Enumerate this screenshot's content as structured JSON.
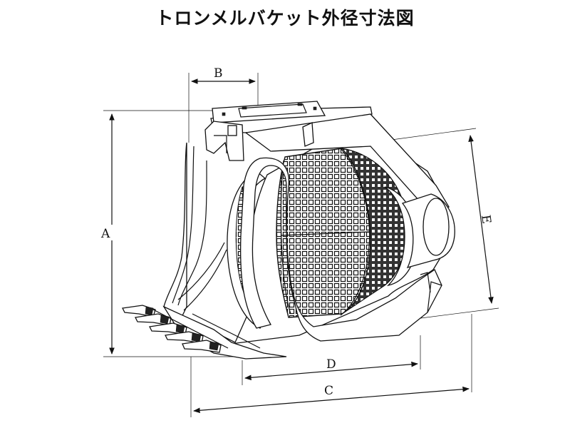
{
  "title": "トロンメルバケット外径寸法図",
  "dimensions": {
    "A": "A",
    "B": "B",
    "C": "C",
    "D": "D",
    "E": "E"
  },
  "colors": {
    "line": "#111111",
    "background": "#ffffff"
  }
}
